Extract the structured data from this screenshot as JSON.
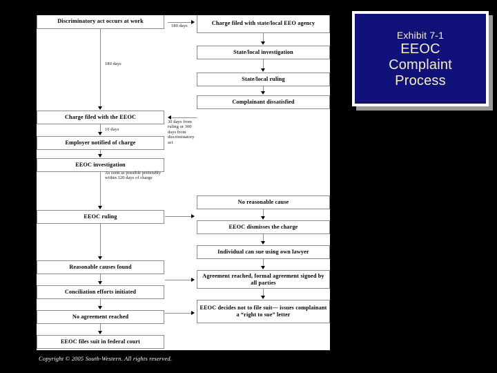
{
  "slide": {
    "background_color": "#000000",
    "copyright": "Copyright © 2005 South-Western. All rights reserved."
  },
  "title_box": {
    "exhibit_label": "Exhibit 7-1",
    "line1": "EEOC",
    "line2": "Complaint",
    "line3": "Process",
    "background_color": "#11117a",
    "text_color": "#f5f0c0",
    "border_color": "#ffffff",
    "shadow_color": "#9a9a9a"
  },
  "diagram": {
    "background_color": "#ffffff",
    "box_border_color": "#8a8a8a",
    "left_column": [
      {
        "id": "discriminatory-act",
        "label": "Discriminatory act occurs at work"
      },
      {
        "id": "charge-filed-eeoc",
        "label": "Charge filed with the EEOC"
      },
      {
        "id": "employer-notified",
        "label": "Employer notified of charge"
      },
      {
        "id": "eeoc-investigation",
        "label": "EEOC investigation"
      },
      {
        "id": "eeoc-ruling",
        "label": "EEOC ruling"
      },
      {
        "id": "reasonable-causes",
        "label": "Reasonable causes found"
      },
      {
        "id": "conciliation-efforts",
        "label": "Conciliation efforts initiated"
      },
      {
        "id": "no-agreement",
        "label": "No agreement reached"
      },
      {
        "id": "eeoc-files-suit",
        "label": "EEOC files suit in federal court"
      }
    ],
    "right_column": [
      {
        "id": "charge-state-agency",
        "label": "Charge filed with state/local EEO agency"
      },
      {
        "id": "state-investigation",
        "label": "State/local investigation"
      },
      {
        "id": "state-ruling",
        "label": "State/local ruling"
      },
      {
        "id": "complainant-dissatisfied",
        "label": "Complainant dissatisfied"
      },
      {
        "id": "no-reasonable-cause",
        "label": "No reasonable cause"
      },
      {
        "id": "eeoc-dismisses",
        "label": "EEOC dismisses the charge"
      },
      {
        "id": "individual-can-sue",
        "label": "Individual can sue using own lawyer"
      },
      {
        "id": "agreement-reached",
        "label": "Agreement reached, formal agreement signed by all parties"
      },
      {
        "id": "right-to-sue",
        "label": "EEOC decides not to file suit— issues complainant a “right to sue” letter"
      }
    ],
    "annotations": [
      {
        "id": "note-180-days-top",
        "text": "180 days"
      },
      {
        "id": "note-180-days-left",
        "text": "180 days"
      },
      {
        "id": "note-10-days",
        "text": "10 days"
      },
      {
        "id": "note-30-300-days",
        "text": "30 days from ruling or 300 days from discriminatory act"
      },
      {
        "id": "note-120-days",
        "text": "As soon as possible preferably within 120 days of charge"
      }
    ]
  }
}
